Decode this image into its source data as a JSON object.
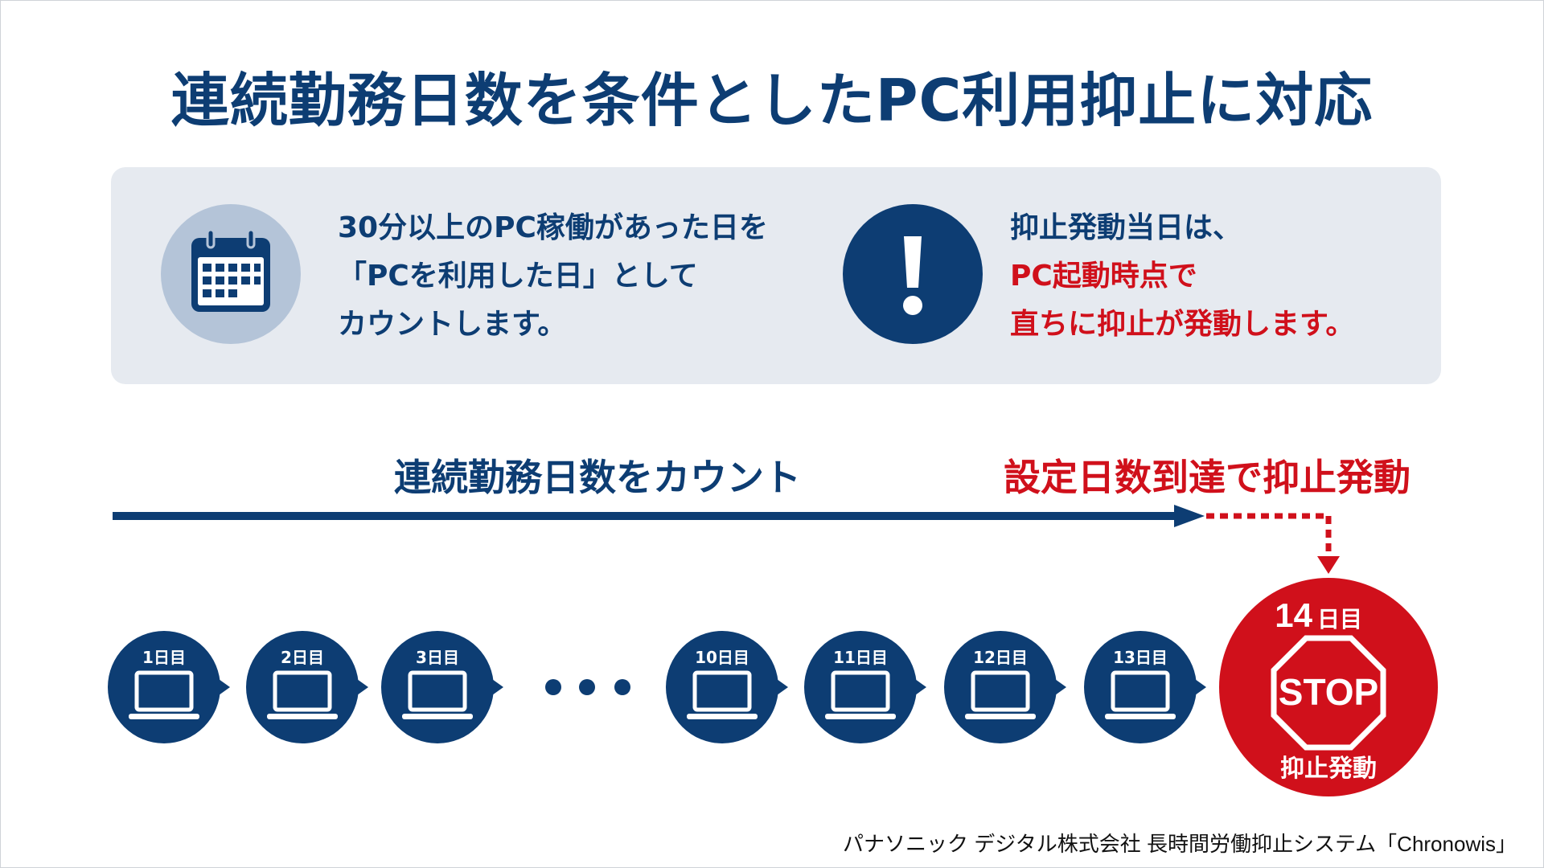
{
  "title": "連続勤務日数を条件としたPC利用抑止に対応",
  "info_left": {
    "icon": "calendar-icon",
    "lines": [
      "30分以上のPC稼働があった日を",
      "「PCを利用した日」として",
      "カウントします。"
    ]
  },
  "info_right": {
    "icon": "exclamation-icon",
    "line1": "抑止発動当日は、",
    "line2": "PC起動時点で",
    "line3": "直ちに抑止が発動します。"
  },
  "count_label": "連続勤務日数をカウント",
  "trigger_label": "設定日数到達で抑止発動",
  "days": [
    "1日目",
    "2日目",
    "3日目",
    "10日目",
    "11日目",
    "12日目",
    "13日目"
  ],
  "stop": {
    "day_number": "14",
    "day_suffix": "日目",
    "sign_text": "STOP",
    "caption": "抑止発動"
  },
  "footer": "パナソニック デジタル株式会社 長時間労働抑止システム「Chronowis」",
  "colors": {
    "navy": "#0d3d73",
    "red": "#d0101b",
    "panel": "#e6eaf0",
    "icon_bg": "#b4c4d8"
  }
}
